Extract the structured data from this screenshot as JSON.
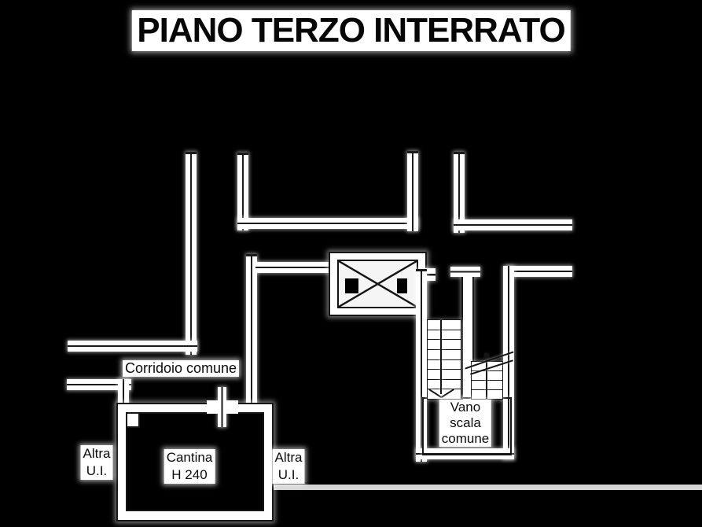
{
  "title": "PIANO TERZO INTERRATO",
  "labels": {
    "corridor": "Corridoio comune",
    "cantina": "Cantina\nH 240",
    "altra_ui_left": "Altra\nU.I.",
    "altra_ui_right": "Altra\nU.I.",
    "stairwell": "Vano\nscala\ncomune"
  },
  "colors": {
    "background": "#000000",
    "line": "#1b1b1b",
    "halo": "#ffffff",
    "artifact_line": "#d5d5d5"
  }
}
